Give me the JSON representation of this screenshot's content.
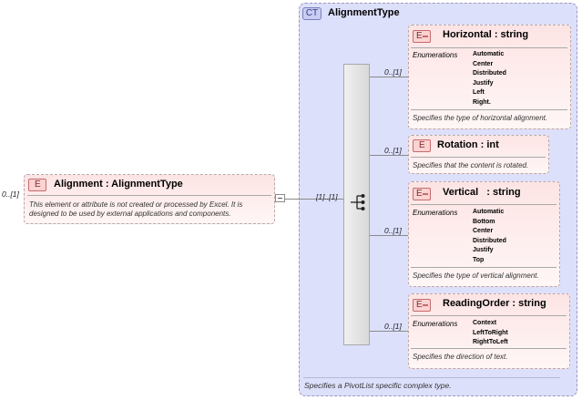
{
  "root": {
    "cardinality": "0..[1]",
    "badge": "E",
    "title": "Alignment : AlignmentType",
    "description": [
      "This element or attribute is not created or processed by Excel. It is",
      "designed to be used by external applications and components."
    ]
  },
  "complex_type": {
    "badge": "CT",
    "title": "AlignmentType",
    "description": "Specifies a PivotList specific complex type."
  },
  "sequence": {
    "cardinality": "[1]..[1]"
  },
  "children": [
    {
      "cardinality": "0..[1]",
      "badge": "E",
      "title": "Horizontal : string",
      "enum_label": "Enumerations",
      "enumerations": [
        "Automatic",
        "Center",
        "Distributed",
        "Justify",
        "Left",
        "Right."
      ],
      "description": "Specifies the type of horizontal alignment."
    },
    {
      "cardinality": "0..[1]",
      "badge": "E",
      "title": "Rotation : int",
      "description": "Specifies that the content is rotated."
    },
    {
      "cardinality": "0..[1]",
      "badge": "E",
      "title": "Vertical   : string",
      "enum_label": "Enumerations",
      "enumerations": [
        "Automatic",
        "Bottom",
        "Center",
        "Distributed",
        "Justify",
        "Top"
      ],
      "description": "Specifies the type of vertical alignment."
    },
    {
      "cardinality": "0..[1]",
      "badge": "E",
      "title": "ReadingOrder : string",
      "enum_label": "Enumerations",
      "enumerations": [
        "Context",
        "LeftToRight",
        "RightToLeft"
      ],
      "description": "Specifies the direction of text."
    }
  ]
}
